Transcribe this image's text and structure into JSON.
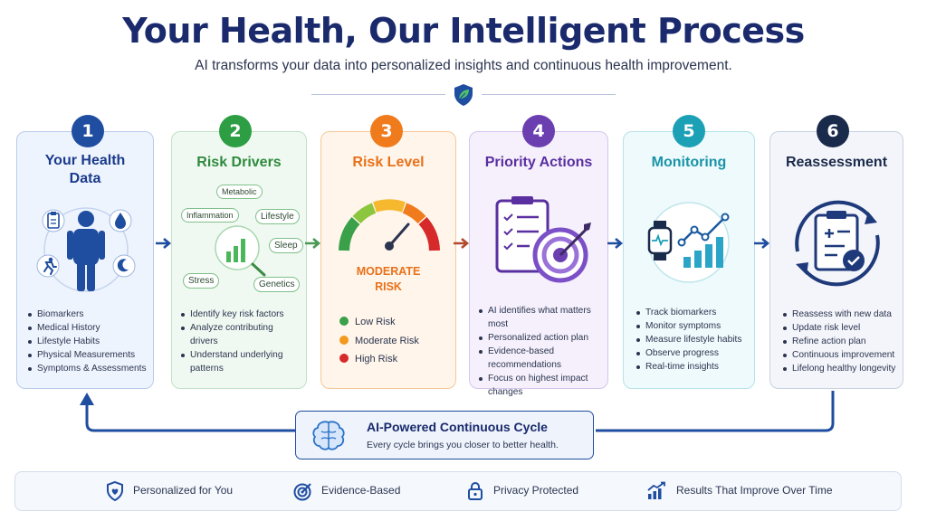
{
  "header": {
    "title": "Your Health, Our Intelligent Process",
    "subtitle": "AI transforms your data into personalized insights and continuous health improvement."
  },
  "steps": [
    {
      "number": "1",
      "title_line1": "Your Health",
      "title_line2": "Data",
      "color": "#1f4da0",
      "bullets": [
        "Biomarkers",
        "Medical History",
        "Lifestyle Habits",
        "Physical Measurements",
        "Symptoms & Assessments"
      ]
    },
    {
      "number": "2",
      "title": "Risk Drivers",
      "color": "#2e9e44",
      "tags": [
        "Metabolic",
        "Inflammation",
        "Lifestyle",
        "Sleep",
        "Stress",
        "Genetics"
      ],
      "bullets": [
        "Identify key risk factors",
        "Analyze contributing",
        "drivers",
        "Understand underlying",
        "patterns"
      ]
    },
    {
      "number": "3",
      "title": "Risk Level",
      "color": "#f07b1d",
      "gauge_label_line1": "MODERATE",
      "gauge_label_line2": "RISK",
      "legend": [
        {
          "label": "Low Risk",
          "color": "#3aa04a"
        },
        {
          "label": "Moderate Risk",
          "color": "#f39a1e"
        },
        {
          "label": "High Risk",
          "color": "#d62a2a"
        }
      ]
    },
    {
      "number": "4",
      "title": "Priority Actions",
      "color": "#6b3fb0",
      "bullets": [
        "AI identifies what matters most",
        "Personalized action plan",
        "Evidence-based",
        "recommendations",
        "Focus on highest impact",
        "changes"
      ]
    },
    {
      "number": "5",
      "title": "Monitoring",
      "color": "#1ba0b5",
      "bullets": [
        "Track biomarkers",
        "Monitor symptoms",
        "Measure lifestyle habits",
        "Observe progress",
        "Real-time insights"
      ]
    },
    {
      "number": "6",
      "title": "Reassessment",
      "color": "#1a2a4a",
      "bullets": [
        "Reassess with new data",
        "Update risk level",
        "Refine action plan",
        "Continuous improvement",
        "Lifelong healthy longevity"
      ]
    }
  ],
  "cycle": {
    "title": "AI-Powered Continuous Cycle",
    "subtitle": "Every cycle brings you closer to better health."
  },
  "footer": [
    {
      "label": "Personalized for You",
      "icon": "shield-heart-icon"
    },
    {
      "label": "Evidence-Based",
      "icon": "target-icon"
    },
    {
      "label": "Privacy Protected",
      "icon": "lock-icon"
    },
    {
      "label": "Results That Improve Over Time",
      "icon": "growth-chart-icon"
    }
  ]
}
